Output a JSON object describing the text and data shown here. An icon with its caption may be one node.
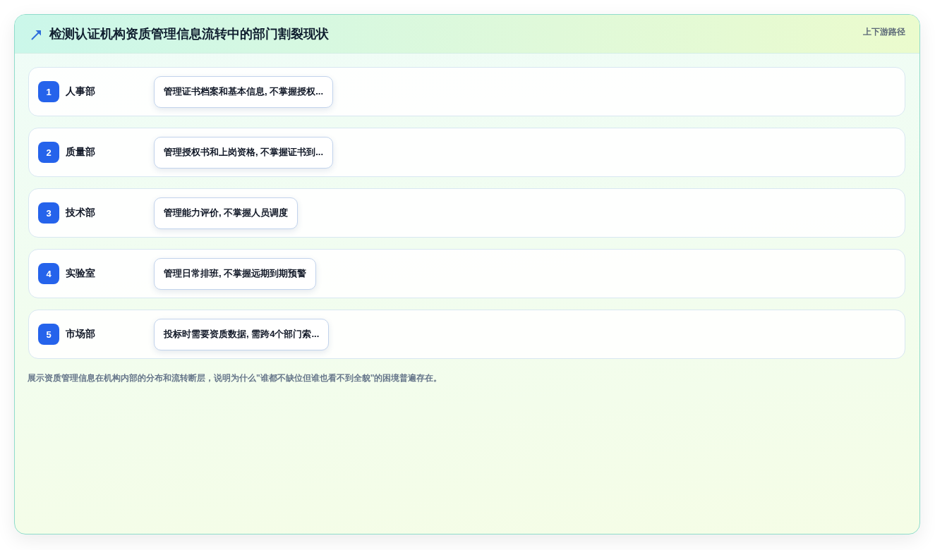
{
  "diagram": {
    "title": "检测认证机构资质管理信息流转中的部门割裂现状",
    "caption": "展示资质管理信息在机构内部的分布和流转断层，说明为什么\"谁都不缺位但谁也看不到全貌\"的困境普遍存在。",
    "nodes": [
      {
        "text": [
          "人事部"
        ]
      },
      {
        "text": [
          "1"
        ],
        "in": 0
      },
      {
        "text": [
          "管理证书档案和基本信息, 不掌握授权..."
        ],
        "in": 0
      },
      {
        "text": [
          "质量部"
        ]
      },
      {
        "text": [
          "2"
        ],
        "in": 3
      },
      {
        "text": [
          "管理授权书和上岗资格, 不掌握证书到..."
        ],
        "in": 3
      },
      {
        "text": [
          "技术部"
        ]
      },
      {
        "text": [
          "3"
        ],
        "in": 6
      },
      {
        "text": [
          "管理能力评价, 不掌握人员调度"
        ],
        "in": 6
      },
      {
        "text": [
          "实验室"
        ]
      },
      {
        "text": [
          "4"
        ],
        "in": 9
      },
      {
        "text": [
          "管理日常排班, 不掌握远期到期预警"
        ],
        "in": 9
      },
      {
        "text": [
          "市场部"
        ]
      },
      {
        "text": [
          "5"
        ],
        "in": 12
      },
      {
        "text": [
          "投标时需要资质数据, 需跨4个部门索..."
        ],
        "in": 12
      }
    ],
    "labels": [
      "上下游路径"
    ]
  }
}
